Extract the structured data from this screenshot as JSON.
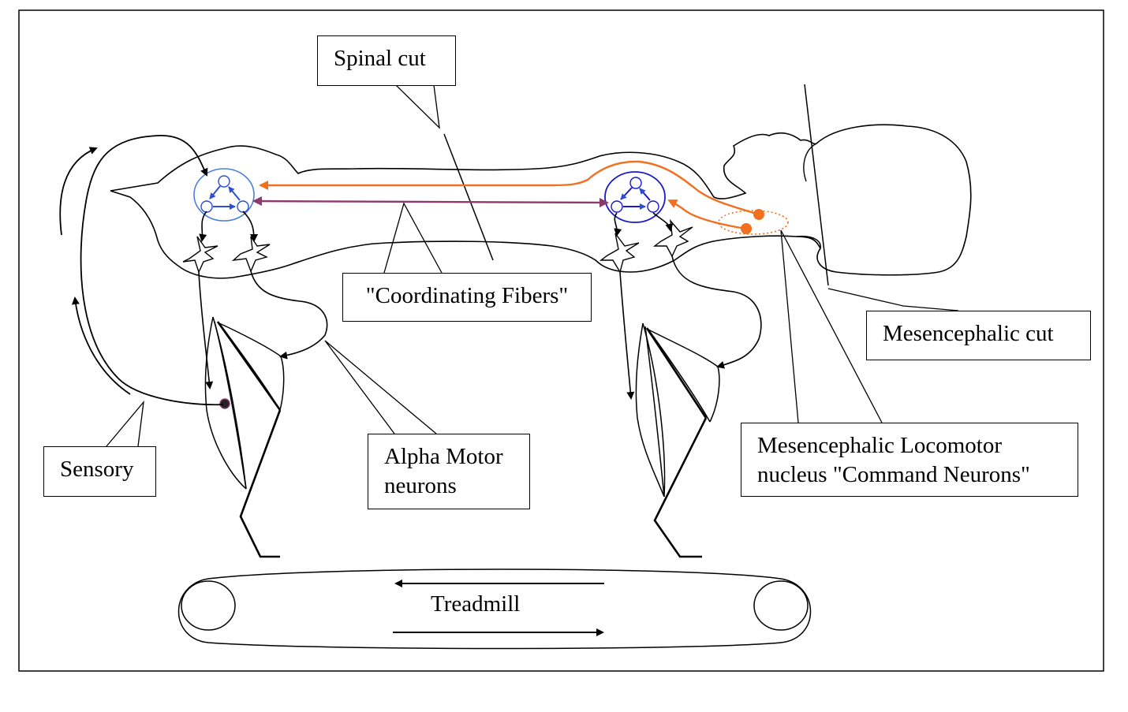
{
  "labels": {
    "spinal_cut": "Spinal cut",
    "coordinating_fibers": "\"Coordinating Fibers\"",
    "mesencephalic_cut": "Mesencephalic cut",
    "sensory": "Sensory",
    "alpha_motor_line1": "Alpha Motor",
    "alpha_motor_line2": "neurons",
    "mln_line1": "Mesencephalic Locomotor",
    "mln_line2": "nucleus \"Command Neurons\"",
    "treadmill": "Treadmill"
  },
  "colors": {
    "outline": "#000000",
    "command_pathway": "#f07020",
    "coordinating_fiber": "#8b3a6b",
    "rear_cpg": "#4a7fe0",
    "front_cpg": "#1a1acc"
  }
}
